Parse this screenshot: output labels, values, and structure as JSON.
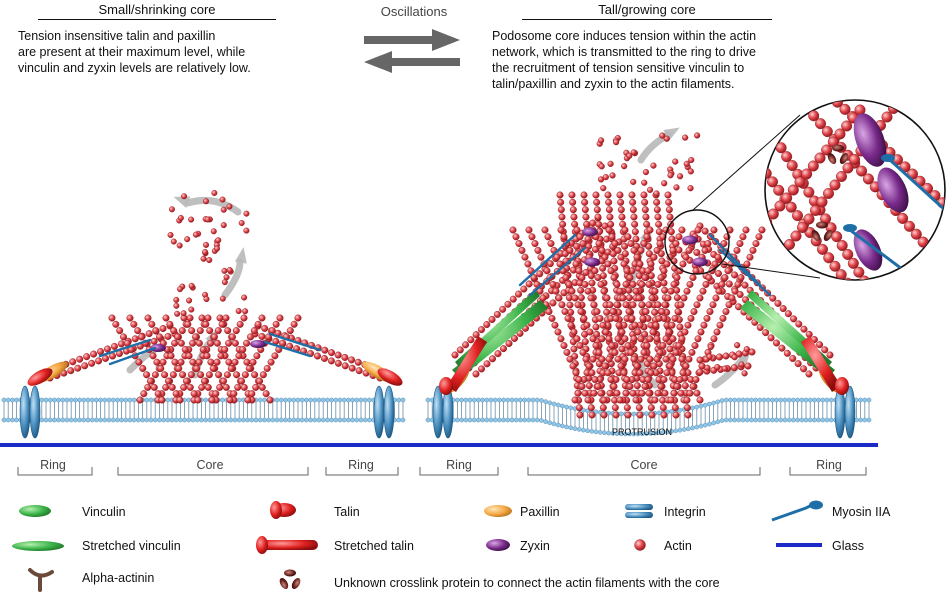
{
  "left_panel": {
    "title": "Small/shrinking core",
    "description": [
      "Tension insensitive talin and paxillin",
      "are present at their maximum level, while",
      "vinculin and zyxin levels are relatively low."
    ]
  },
  "oscillations_label": "Oscillations",
  "right_panel": {
    "title": "Tall/growing core",
    "description": [
      "Podosome core induces tension within the actin",
      "network, which is transmitted to the ring to drive",
      "the recruitment of tension sensitive vinculin to",
      "talin/paxillin and zyxin to the actin filaments."
    ]
  },
  "protrusion_label": "PROTRUSION",
  "segments": [
    "Ring",
    "Core",
    "Ring",
    "Ring",
    "Core",
    "Ring"
  ],
  "legend": {
    "vinculin": "Vinculin",
    "stretched_vinculin": "Stretched vinculin",
    "alpha_actinin": "Alpha-actinin",
    "talin": "Talin",
    "stretched_talin": "Stretched talin",
    "crosslink": "Unknown crosslink protein to connect the actin filaments with the core",
    "paxillin": "Paxillin",
    "zyxin": "Zyxin",
    "integrin": "Integrin",
    "actin": "Actin",
    "myosin": "Myosin IIA",
    "glass": "Glass"
  },
  "colors": {
    "actin": "#e0474c",
    "talin": "#e02020",
    "vinculin": "#3cb44a",
    "paxillin": "#f5a844",
    "zyxin": "#7a2b8c",
    "integrin": "#4a8fc0",
    "myosin": "#1e6fa8",
    "glass": "#1a2bc8",
    "membrane": "#8fc6e8",
    "crosslink": "#6b1f1f",
    "arrow": "#b8b8b8"
  }
}
